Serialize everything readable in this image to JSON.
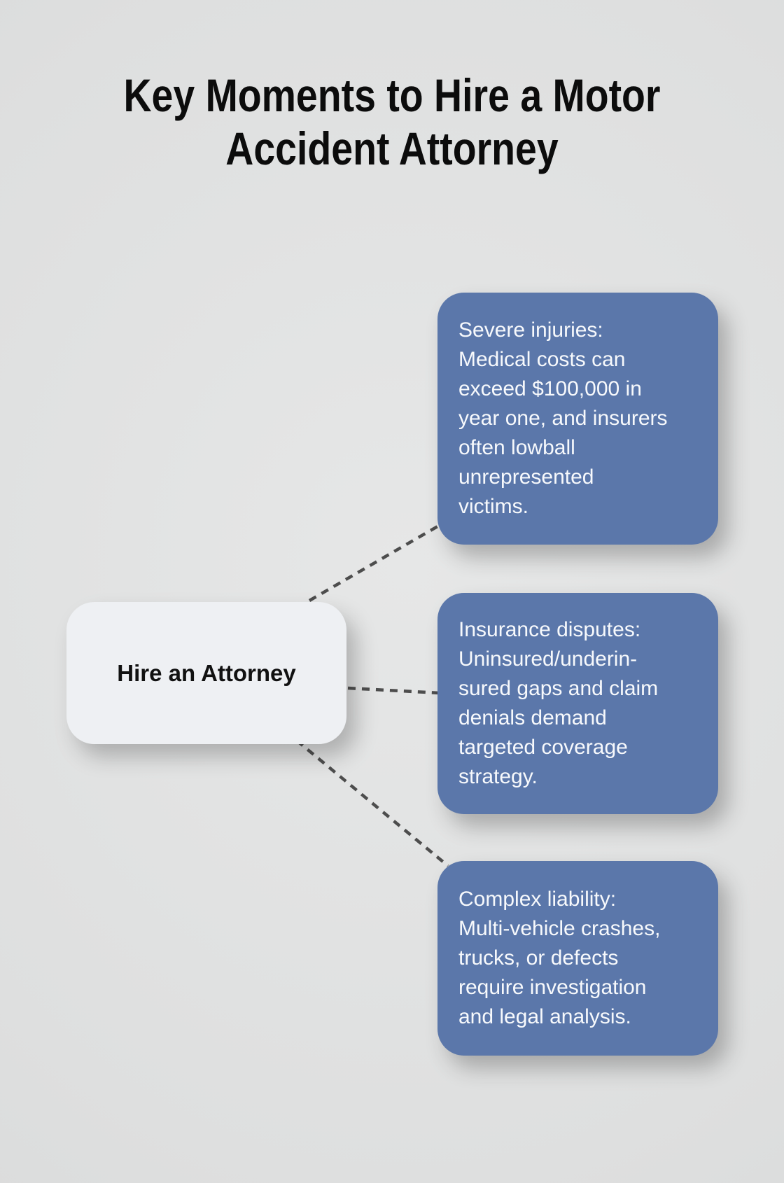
{
  "title": "Key Moments to Hire a Motor\nAccident Attorney",
  "center_node": {
    "label": "Hire an Attorney"
  },
  "cards": [
    {
      "id": "severe-injuries",
      "text": "Severe injuries:\nMedical costs can\nexceed $100,000 in\nyear one, and insurers\noften lowball\nunrepresented\nvictims."
    },
    {
      "id": "insurance-disputes",
      "text": "Insurance disputes:\nUninsured/underin-\nsured gaps and claim\ndenials demand\ntargeted coverage\nstrategy."
    },
    {
      "id": "complex-liability",
      "text": "Complex liability:\nMulti-vehicle crashes,\ntrucks, or defects\nrequire investigation\nand legal analysis."
    }
  ],
  "colors": {
    "background": "#dfe0e0",
    "card_background": "#5b77aa",
    "card_text": "#f7f9fc",
    "center_node_background": "#eef0f3",
    "connector": "#4d4d4d",
    "title_text": "#0c0c0c"
  }
}
